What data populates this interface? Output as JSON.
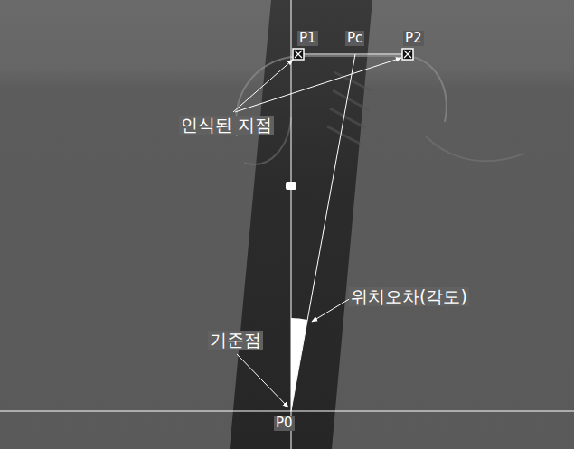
{
  "diagram": {
    "labels": [
      "P1",
      "Pc",
      "P2",
      "인식된 지점",
      "위치오차(각도)",
      "기준점",
      "P0"
    ]
  }
}
